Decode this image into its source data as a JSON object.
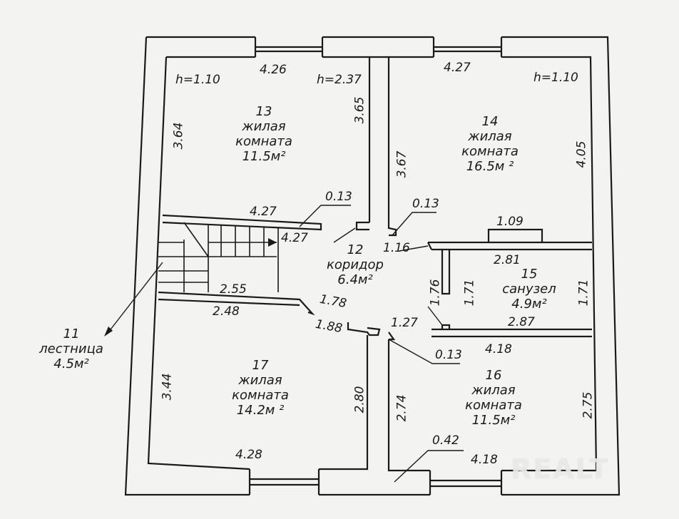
{
  "rooms": [
    {
      "number": "13",
      "name": "жилая",
      "name2": "комната",
      "area": "11.5м²"
    },
    {
      "number": "14",
      "name": "жилая",
      "name2": "комната",
      "area": "16.5м ²"
    },
    {
      "number": "12",
      "name": "коридор",
      "area": "6.4м²"
    },
    {
      "number": "15",
      "name": "санузел",
      "area": "4.9м²"
    },
    {
      "number": "17",
      "name": "жилая",
      "name2": "комната",
      "area": "14.2м ²"
    },
    {
      "number": "16",
      "name": "жилая",
      "name2": "комната",
      "area": "11.5м²"
    },
    {
      "number": "11",
      "name": "лестница",
      "area": "4.5м²"
    }
  ],
  "dimensions": {
    "r13_top": "4.26",
    "r13_h_left": "h=1.10",
    "r13_h_right": "h=2.37",
    "r13_left": "3.64",
    "r13_right": "3.65",
    "r14_top": "4.27",
    "r14_h": "h=1.10",
    "r14_left": "3.67",
    "r14_right": "4.05",
    "wall_013_a": "0.13",
    "wall_013_b": "0.13",
    "stair_top": "4.27",
    "stair_right": "4.27",
    "corr_116": "1.16",
    "bath_top": "1.09",
    "bath_281": "2.81",
    "bath_176": "1.76",
    "bath_171_left": "1.71",
    "bath_171_right": "1.71",
    "stair_255": "2.55",
    "stair_248": "2.48",
    "corr_178": "1.78",
    "corr_188": "1.88",
    "corr_127": "1.27",
    "bath_287": "2.87",
    "r16_top": "4.18",
    "wall_013_c": "0.13",
    "r17_left": "3.44",
    "r17_right": "2.80",
    "r17_bottom": "4.28",
    "r16_left": "2.74",
    "r16_right": "2.75",
    "wall_042": "0.42",
    "r16_bottom": "4.18"
  },
  "watermark": "REALT"
}
